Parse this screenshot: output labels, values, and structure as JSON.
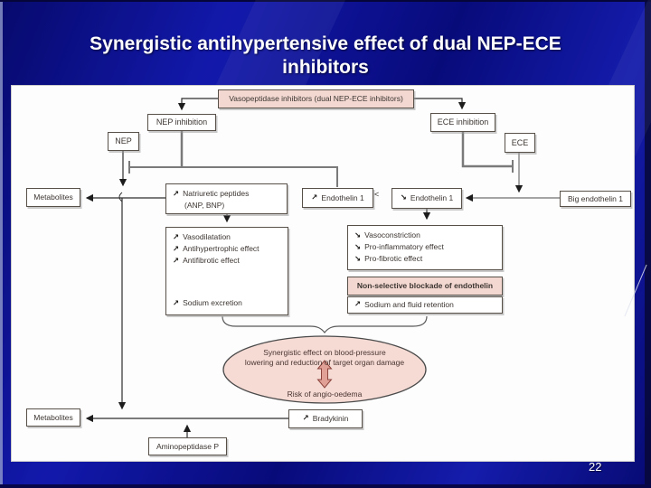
{
  "slide": {
    "title_line1": "Synergistic antihypertensive effect of dual NEP-ECE",
    "title_line2": "inhibitors",
    "page_number": "22"
  },
  "colors": {
    "slide_background": "#0c11a0",
    "panel_background": "#fdfdfd",
    "pink_fill": "#f3d8d1",
    "ellipse_fill": "#f6dbd5",
    "line_gray": "#7a7a7a",
    "text_dark": "#3b3430",
    "title_white": "#ffffff"
  },
  "diagram": {
    "icons": {
      "up": "↗",
      "down": "↘"
    },
    "top_box": "Vasopeptidase inhibitors (dual NEP-ECE inhibitors)",
    "nep_inhibition": "NEP inhibition",
    "ece_inhibition": "ECE inhibition",
    "nep": "NEP",
    "ece": "ECE",
    "metabolites_top": "Metabolites",
    "natriuretic_line1": "Natriuretic peptides",
    "natriuretic_line2": "(ANP, BNP)",
    "endothelin_up": "Endothelin 1",
    "lt_symbol": "<",
    "endothelin_down": "Endothelin 1",
    "big_endothelin": "Big endothelin 1",
    "left_effects": [
      "Vasodilatation",
      "Antihypertrophic effect",
      "Antifibrotic effect"
    ],
    "left_effects_bottom": "Sodium excretion",
    "right_effects": [
      "Vasoconstriction",
      "Pro-inflammatory effect",
      "Pro-fibrotic effect"
    ],
    "blockade": "Non-selective blockade of endothelin",
    "sodium_retention": "Sodium and fluid retention",
    "ellipse_line1": "Synergistic effect on blood-pressure",
    "ellipse_line2": "lowering and reduction of target organ damage",
    "ellipse_line3": "Risk of angio-oedema",
    "metabolites_bottom": "Metabolites",
    "bradykinin": "Bradykinin",
    "aminopeptidase": "Aminopeptidase P"
  }
}
